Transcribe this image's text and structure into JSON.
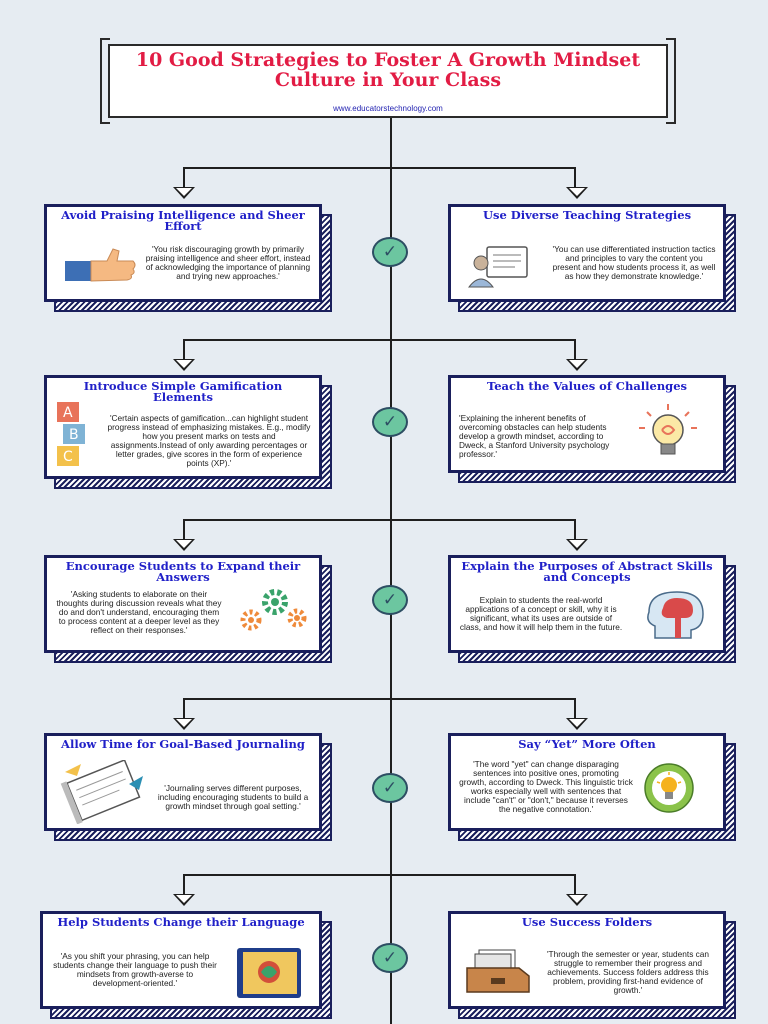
{
  "header": {
    "title": "10  Good Strategies to Foster A Growth Mindset Culture in Your Class",
    "url": "www.educatorstechnology.com"
  },
  "colors": {
    "title": "#e21c44",
    "card_title": "#2020c8",
    "card_border": "#1a1f5c",
    "check_fill": "#6cc6a0",
    "background": "#e6ecf2"
  },
  "strategies": [
    {
      "title": "Avoid Praising Intelligence and Sheer Effort",
      "text": "'You risk discouraging growth by primarily praising intelligence and sheer effort, instead of acknowledging the importance of planning and trying new approaches.'",
      "icon": "thumbs-up-icon"
    },
    {
      "title": "Use Diverse Teaching Strategies",
      "text": "'You can use differentiated instruction tactics and principles to vary the content you present and how students process it, as well as how they demonstrate knowledge.'",
      "icon": "teacher-board-icon"
    },
    {
      "title": "Introduce Simple Gamification Elements",
      "text": "'Certain aspects of gamification...can highlight student progress instead of emphasizing mistakes. E.g., modify how you present marks on tests and assignments.Instead of only awarding percentages or letter grades, give scores in the form of experience points (XP).'",
      "icon": "abc-blocks-icon"
    },
    {
      "title": "Teach the Values of Challenges",
      "text": "'Explaining the inherent benefits of overcoming obstacles can help students develop a growth mindset, according to Dweck, a Stanford University psychology professor.'",
      "icon": "lightbulb-icon"
    },
    {
      "title": "Encourage Students to Expand their Answers",
      "text": "'Asking students to elaborate on their thoughts during discussion reveals what they do and don't understand, encouraging them to process content at a deeper level as they reflect on their responses.'",
      "icon": "gears-icon"
    },
    {
      "title": "Explain the Purposes of Abstract Skills and Concepts",
      "text": "Explain to students the real-world applications of a concept or skill, why it is significant, what its uses are outside of class, and how it will help them in the future.",
      "icon": "brain-head-icon"
    },
    {
      "title": "Allow Time for Goal-Based Journaling",
      "text": "'Journaling serves different purposes, including encouraging students to build a growth mindset through goal setting.'",
      "icon": "notebook-pen-icon"
    },
    {
      "title": "Say “Yet” More Often",
      "text": "'The word \"yet\" can change disparaging sentences into positive ones, promoting growth, according to Dweck. This linguistic trick works especially well with sentences that include \"can't\" or \"don't,\" because it reverses the negative connotation.'",
      "icon": "idea-bulb-circle-icon"
    },
    {
      "title": "Help Students Change their Language",
      "text": "'As you shift your phrasing, you can help students change their language to push their mindsets from growth-averse to development-oriented.'",
      "icon": "book-icon"
    },
    {
      "title": "Use Success Folders",
      "text": "'Through the semester or year, students can struggle to remember their progress and achievements. Success folders address this problem, providing first-hand evidence of growth.'",
      "icon": "file-box-icon"
    }
  ]
}
